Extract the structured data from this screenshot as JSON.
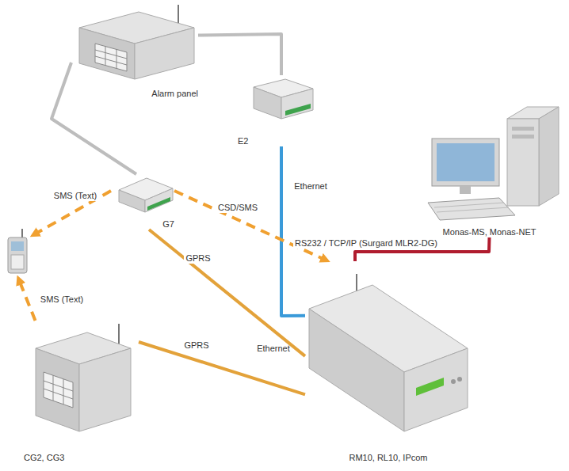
{
  "diagram": {
    "nodes": [
      {
        "text": [
          "Alarm panel"
        ]
      },
      {
        "text": [
          "E2"
        ]
      },
      {
        "text": [
          "Monas-MS, Monas-NET"
        ]
      },
      {
        "text": [
          "G7"
        ]
      },
      {
        "text": []
      },
      {
        "text": [
          "RM10, RL10, IPcom"
        ]
      },
      {
        "text": [
          "CG2, CG3"
        ]
      }
    ],
    "edges": [
      {
        "from": 0,
        "to": 3,
        "arrow": "none"
      },
      {
        "from": 0,
        "to": 1,
        "arrow": "none"
      },
      {
        "from": 1,
        "to": 5,
        "label": "Ethernet",
        "arrow": "none"
      },
      {
        "from": 3,
        "to": 4,
        "label": "SMS (Text)",
        "arrow": "to"
      },
      {
        "from": 3,
        "to": 5,
        "label": "CSD/SMS",
        "arrow": "to"
      },
      {
        "from": 3,
        "to": 5,
        "label": "GPRS",
        "arrow": "none"
      },
      {
        "from": 6,
        "to": 4,
        "label": "SMS (Text)",
        "arrow": "to"
      },
      {
        "from": 6,
        "to": 5,
        "label": "GPRS",
        "arrow": "none"
      },
      {
        "from": 5,
        "to": 2,
        "label": "RS232 / TCP/IP (Surgard MLR2-DG)",
        "arrow": "none"
      }
    ],
    "labels": [
      "Ethernet"
    ]
  }
}
